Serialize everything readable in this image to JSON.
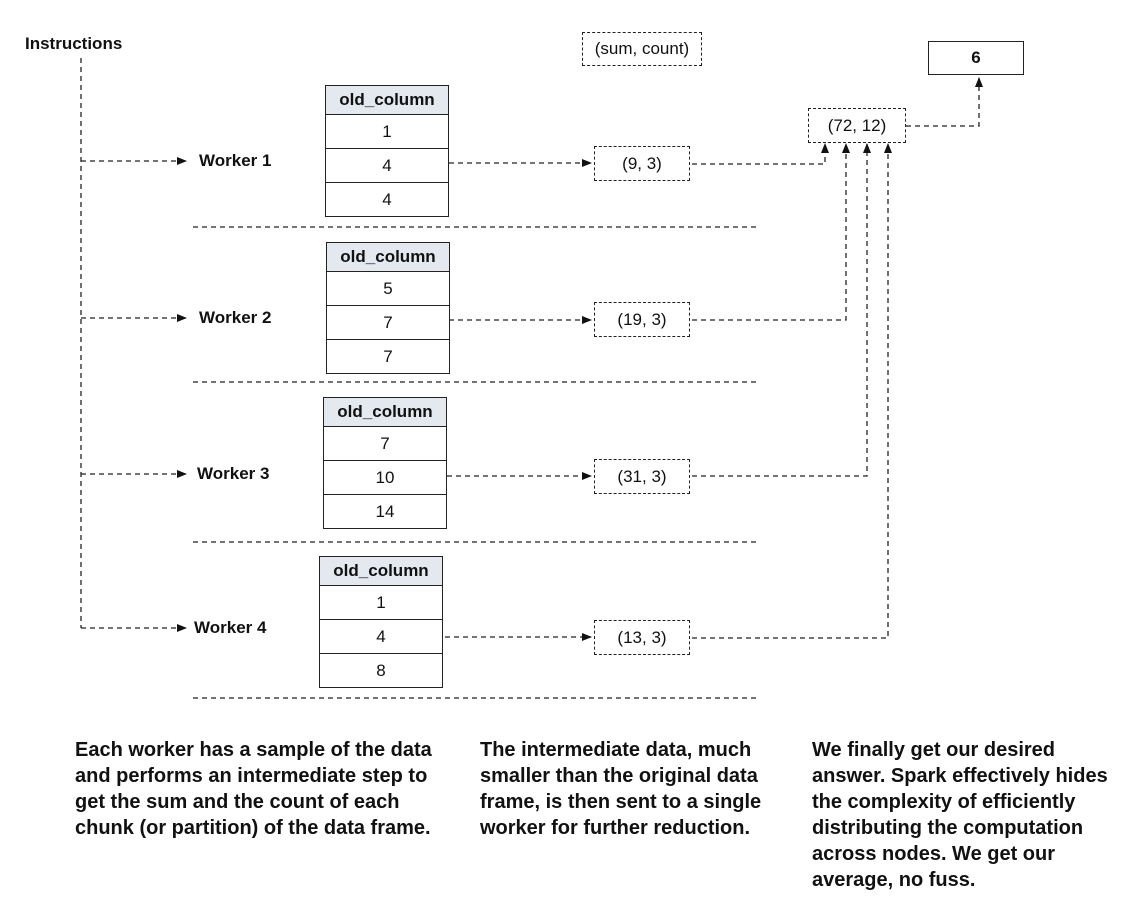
{
  "instructions_label": "Instructions",
  "legend_label": "(sum, count)",
  "result_value": "6",
  "final_pair": "(72, 12)",
  "workers": [
    {
      "label": "Worker 1",
      "column_header": "old_column",
      "values": [
        "1",
        "4",
        "4"
      ],
      "pair": "(9, 3)"
    },
    {
      "label": "Worker 2",
      "column_header": "old_column",
      "values": [
        "5",
        "7",
        "7"
      ],
      "pair": "(19, 3)"
    },
    {
      "label": "Worker 3",
      "column_header": "old_column",
      "values": [
        "7",
        "10",
        "14"
      ],
      "pair": "(31, 3)"
    },
    {
      "label": "Worker 4",
      "column_header": "old_column",
      "values": [
        "1",
        "4",
        "8"
      ],
      "pair": "(13, 3)"
    }
  ],
  "captions": [
    "Each worker has a sample of the data and performs an intermediate step to get the sum and the count of each chunk (or partition) of the data frame.",
    "The intermediate data, much smaller than the original data frame, is then sent to a single worker for further reduction.",
    "We finally get our desired answer. Spark effectively hides the complexity of efficiently distributing the computation across nodes. We get our average, no fuss."
  ]
}
